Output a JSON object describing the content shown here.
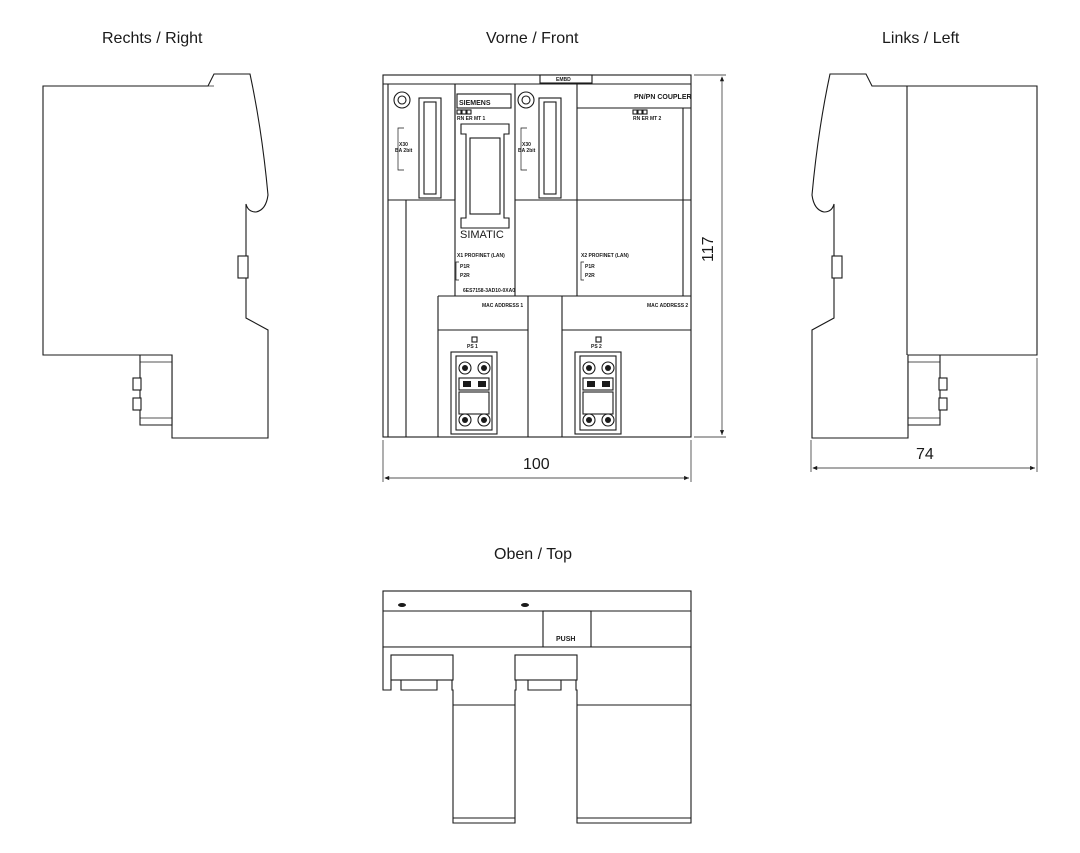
{
  "views": {
    "right": "Rechts / Right",
    "front": "Vorne / Front",
    "left": "Links / Left",
    "top": "Oben / Top"
  },
  "dimensions": {
    "front_width": "100",
    "front_height": "117",
    "side_depth": "74"
  },
  "device": {
    "brand": "SIEMENS",
    "series": "SIMATIC",
    "product": "PN/PN COUPLER",
    "order_number": "6ES7158-3AD10-0XA0",
    "status_leds_1": "RN ER MT 1",
    "status_leds_2": "RN ER MT 2",
    "slot_label": "X30",
    "slot_sub": "BA 2bit",
    "port1": "X1 PROFINET (LAN)",
    "port2": "X2 PROFINET (LAN)",
    "port_p1r": "P1R",
    "port_p2r": "P2R",
    "mac1": "MAC ADDRESS 1",
    "mac2": "MAC ADDRESS 2",
    "ps1": "PS 1",
    "ps2": "PS 2",
    "top_label": "EMBD",
    "push": "PUSH"
  }
}
